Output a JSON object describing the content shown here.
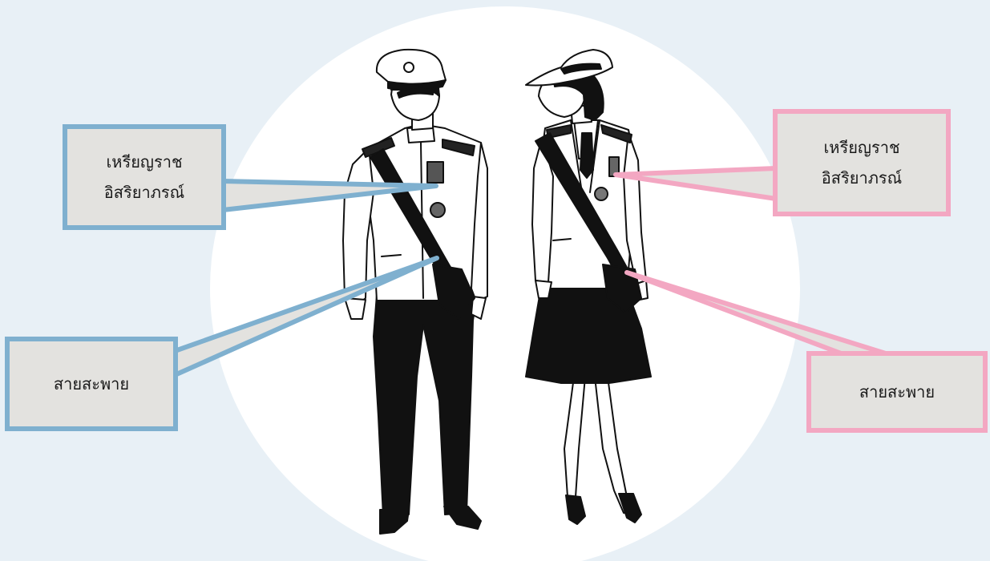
{
  "colors": {
    "background": "#e8f0f6",
    "circle": "#ffffff",
    "male_callout_border": "#7fb0cf",
    "female_callout_border": "#f3a7c2",
    "callout_fill": "#e3e2df",
    "ink": "#111111",
    "uniform_white": "#ffffff"
  },
  "figures": {
    "male": {
      "icon": "male-uniform-figure"
    },
    "female": {
      "icon": "female-uniform-figure"
    }
  },
  "callouts": {
    "male_medal": {
      "line1": "เหรียญราช",
      "line2": "อิสริยาภรณ์"
    },
    "male_sash": {
      "text": "สายสะพาย"
    },
    "female_medal": {
      "line1": "เหรียญราช",
      "line2": "อิสริยาภรณ์"
    },
    "female_sash": {
      "text": "สายสะพาย"
    }
  }
}
